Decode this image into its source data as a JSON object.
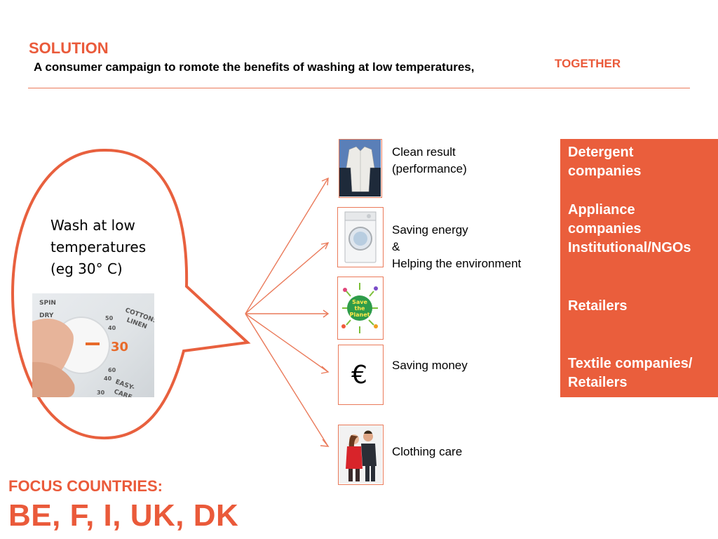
{
  "header": {
    "title": "SOLUTION",
    "subtitle": "A consumer campaign to romote the benefits of washing at low temperatures,",
    "together": "TOGETHER"
  },
  "bubble": {
    "lines": [
      "Wash at low",
      "temperatures",
      "(eg 30°  C)"
    ],
    "dial_labels": {
      "spin": "SPIN",
      "dry": "DRY",
      "cottons": "COTTONS",
      "linen": "LINEN",
      "easy": "EASY-",
      "care": "CARE",
      "temp_50": "50",
      "temp_40": "40",
      "temp_30": "30",
      "temp_60": "60",
      "temp_40b": "40",
      "temp_30b": "30"
    }
  },
  "benefits": [
    {
      "lines": [
        "Clean result",
        "(performance)"
      ],
      "icon": "shirt-icon"
    },
    {
      "lines": [
        "Saving energy",
        "&",
        "Helping the environment"
      ],
      "icon": "washing-machine-icon"
    },
    {
      "lines": [],
      "icon": "save-the-planet-icon",
      "icon_text": [
        "Save",
        "the",
        "Planet"
      ]
    },
    {
      "lines": [
        "Saving money"
      ],
      "icon": "euro-icon",
      "icon_text": [
        "€"
      ]
    },
    {
      "lines": [
        "Clothing care"
      ],
      "icon": "people-icon"
    }
  ],
  "stakeholders": {
    "s1": [
      "Detergent",
      "companies"
    ],
    "s2": [
      "Appliance",
      "companies",
      "Institutional/NGOs"
    ],
    "s3": [
      "Retailers"
    ],
    "s4": [
      "Textile companies/",
      "Retailers"
    ]
  },
  "focus": {
    "label": "FOCUS COUNTRIES:",
    "countries": "BE, F, I, UK, DK"
  },
  "colors": {
    "accent": "#ea5a3a",
    "box": "#ea5e3c",
    "arrow": "#ea7a5a"
  }
}
